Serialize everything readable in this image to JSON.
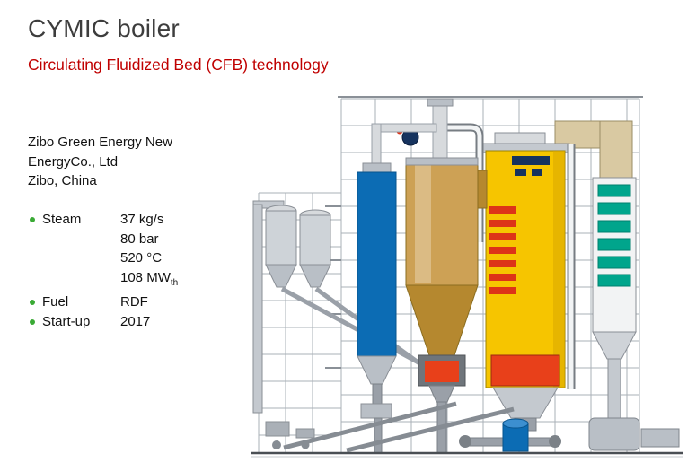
{
  "slide": {
    "title": "CYMIC boiler",
    "subtitle": "Circulating Fluidized Bed (CFB) technology"
  },
  "customer": {
    "lines": [
      "Zibo Green Energy New",
      "EnergyCo., Ltd",
      "Zibo, China"
    ]
  },
  "specs": {
    "rows": [
      {
        "label": "Steam",
        "value": "37 kg/s"
      },
      {
        "label": "",
        "value": "80 bar"
      },
      {
        "label": "",
        "value": "520 °C"
      },
      {
        "label": "",
        "value": "108 MW",
        "value_sub": "th"
      },
      {
        "label": "Fuel",
        "value": "RDF"
      },
      {
        "label": "Start-up",
        "value": "2017"
      }
    ]
  },
  "colors": {
    "title_gray": "#3d3d3d",
    "subtitle_red": "#c00000",
    "text_black": "#111111",
    "bullet_green": "#3aaa35",
    "furnace_yellow": "#f6c500",
    "superheater_red": "#dd3318",
    "bed_red": "#e8401a",
    "cyclone_gold": "#cda155",
    "cyclone_cone_gold": "#b5882f",
    "vessel_blue": "#0c6cb4",
    "heat_exchanger_teal": "#00a58c",
    "duct_beige": "#d9c9a2",
    "dark_blue": "#16335e"
  }
}
